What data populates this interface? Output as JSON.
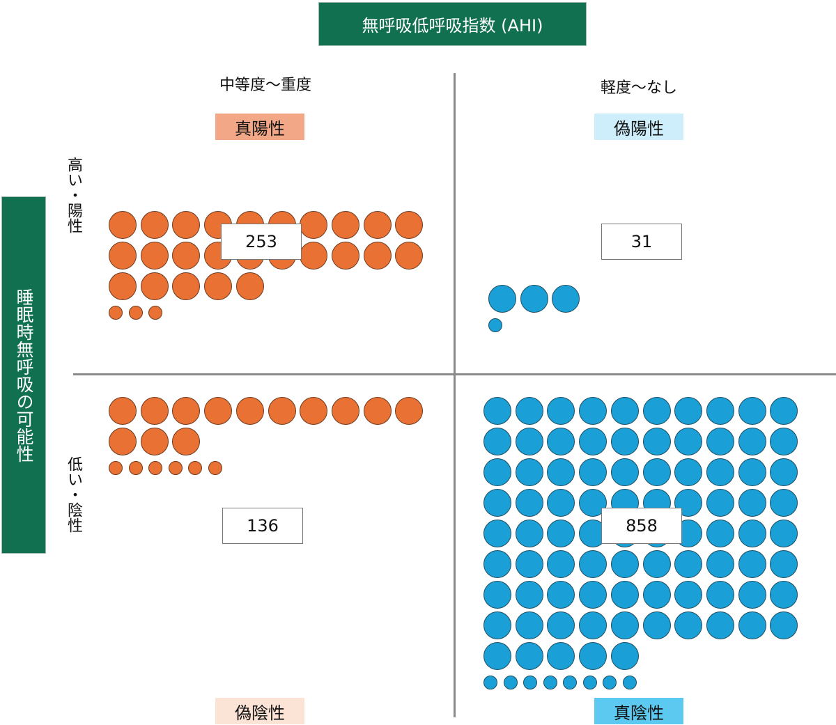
{
  "title": "無呼吸低呼吸指数 (AHI)",
  "side_title": "睡眠時無呼吸の可能性",
  "columns": {
    "left": "中等度〜重度",
    "right": "軽度〜なし"
  },
  "rows": {
    "top": "高い・陽性",
    "bottom": "低い・陰性"
  },
  "quadrants": {
    "tp": {
      "label": "真陽性",
      "count": "253",
      "color": "#f2a887"
    },
    "fp": {
      "label": "偽陽性",
      "count": "31",
      "color": "#cdeefa"
    },
    "fn": {
      "label": "偽陰性",
      "count": "136",
      "color": "#fbe3d6"
    },
    "tn": {
      "label": "真陰性",
      "count": "858",
      "color": "#5ccaf0"
    }
  },
  "colors": {
    "orange_dot": "#e87133",
    "blue_dot": "#1aa0d6",
    "header_green": "#11704f"
  }
}
